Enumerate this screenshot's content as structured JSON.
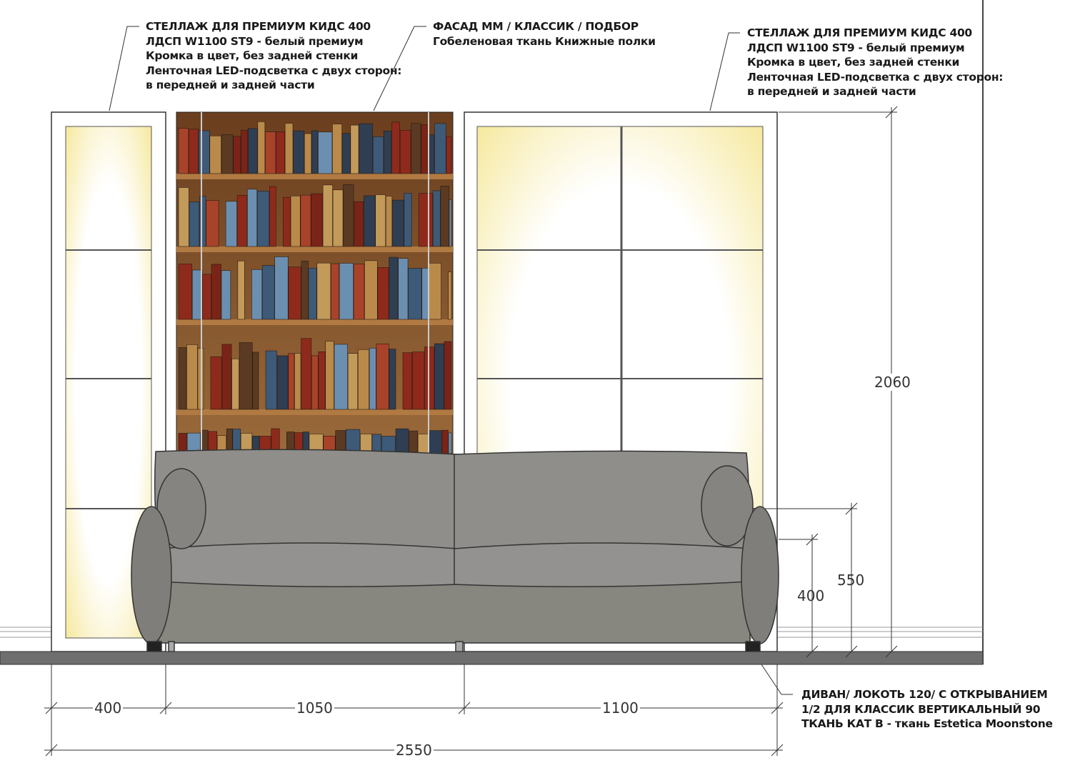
{
  "notes": {
    "left_shelf": [
      "СТЕЛЛАЖ ДЛЯ ПРЕМИУМ КИДС 400",
      "ЛДСП W1100 ST9 - белый премиум",
      "Кромка в цвет, без задней стенки",
      "Ленточная LED-подсветка с двух сторон:",
      "в передней и задней части"
    ],
    "facade": [
      "ФАСАД ММ / КЛАССИК / ПОДБОР",
      "Гобеленовая ткань Книжные полки"
    ],
    "right_shelf": [
      "СТЕЛЛАЖ ДЛЯ ПРЕМИУМ КИДС 400",
      "ЛДСП W1100 ST9 - белый премиум",
      "Кромка в цвет, без задней стенки",
      "Ленточная LED-подсветка с двух сторон:",
      "в передней и задней части"
    ],
    "sofa": [
      "ДИВАН/ ЛОКОТЬ 120/ С ОТКРЫВАНИЕМ",
      "1/2 ДЛЯ КЛАССИК ВЕРТИКАЛЬНЫЙ 90",
      "ТКАНЬ КАТ В - ткань Estetica Moonstone"
    ]
  },
  "dimensions": {
    "left_width": "400",
    "facade_width": "1050",
    "right_width": "1100",
    "total_width": "2550",
    "height_total": "2060",
    "armrest_height": "550",
    "seat_height": "400"
  },
  "colors": {
    "led_glow": "#fbf2b8",
    "sofa": "#8d8c88",
    "floor": "#6e6e6e",
    "books": [
      "#8e2a1c",
      "#a8432a",
      "#3d5a78",
      "#6b8fb0",
      "#b98a4a",
      "#5a3a22",
      "#2f3e52",
      "#c29a5a",
      "#7a2418"
    ]
  }
}
